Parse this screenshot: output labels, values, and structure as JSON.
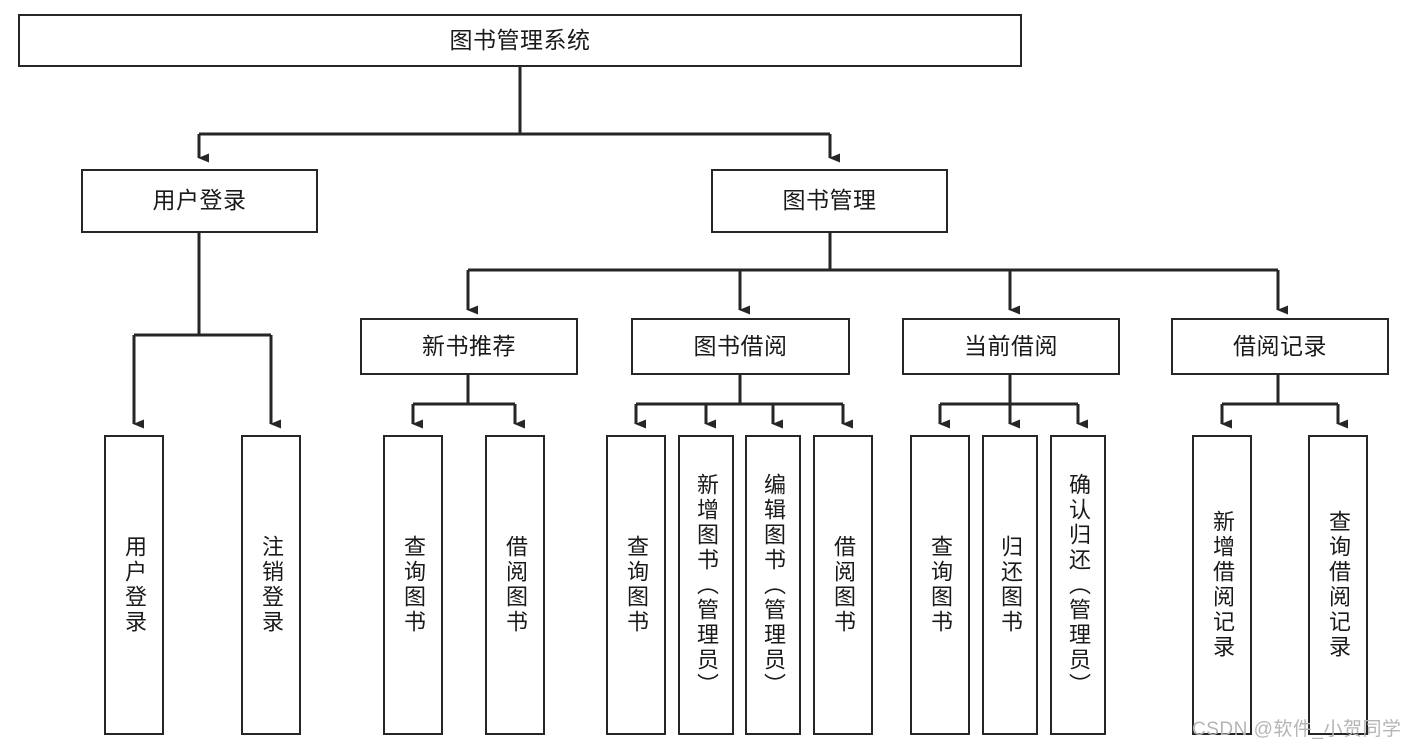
{
  "diagram": {
    "title": "图书管理系统",
    "type": "hierarchy-tree",
    "watermark": "CSDN @软件_小贺同学",
    "colors": {
      "stroke": "#262626",
      "fill": "#ffffff",
      "text": "#1a1a1a",
      "watermark": "#b5b5b5"
    },
    "nodes": {
      "root": {
        "label": "图书管理系统"
      },
      "level2": [
        {
          "label": "用户登录"
        },
        {
          "label": "图书管理"
        }
      ],
      "level3": [
        {
          "label": "新书推荐"
        },
        {
          "label": "图书借阅"
        },
        {
          "label": "当前借阅"
        },
        {
          "label": "借阅记录"
        }
      ],
      "leaves_user_login": [
        {
          "label": "用户登录"
        },
        {
          "label": "注销登录"
        }
      ],
      "leaves_new_book": [
        {
          "label": "查询图书"
        },
        {
          "label": "借阅图书"
        }
      ],
      "leaves_borrow": [
        {
          "label": "查询图书"
        },
        {
          "label": "新增图书（管理员）"
        },
        {
          "label": "编辑图书（管理员）"
        },
        {
          "label": "借阅图书"
        }
      ],
      "leaves_current": [
        {
          "label": "查询图书"
        },
        {
          "label": "归还图书"
        },
        {
          "label": "确认归还（管理员）"
        }
      ],
      "leaves_record": [
        {
          "label": "新增借阅记录"
        },
        {
          "label": "查询借阅记录"
        }
      ]
    }
  }
}
